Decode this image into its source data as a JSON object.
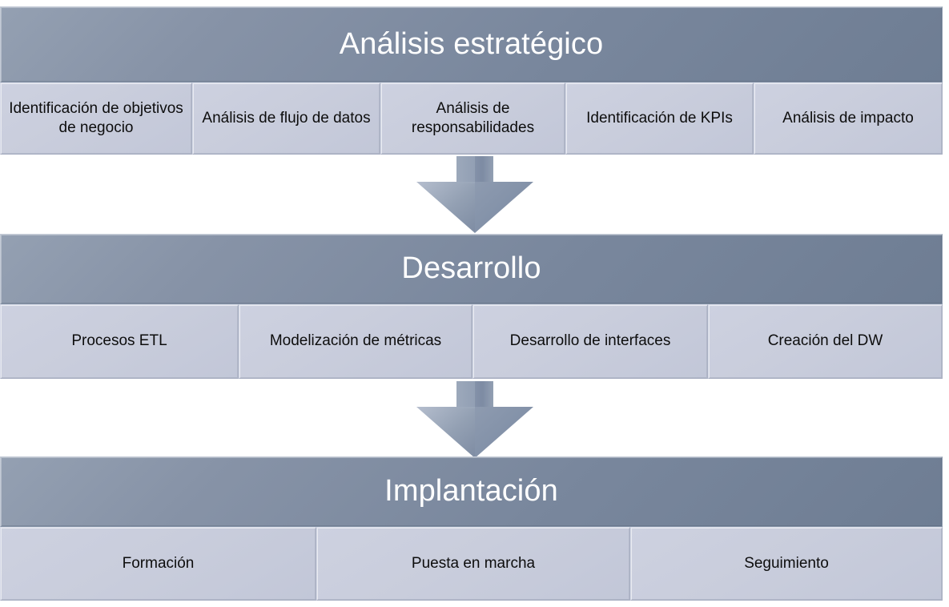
{
  "diagram": {
    "title": "Análisis estratégico / Desarrollo / Implantación",
    "colors": {
      "header_fill": "#7b879d",
      "header_fill_light": "#94a0b2",
      "item_fill": "#c8ccdb",
      "item_border": "#b4bacc",
      "header_text": "#ffffff",
      "item_text": "#0d0d0d",
      "arrow_fill": "#8895ab",
      "background": "#ffffff"
    },
    "stages": [
      {
        "name": "analisis-estrategico",
        "title": "Análisis estratégico",
        "items": [
          {
            "label": "Identificación de objetivos de negocio"
          },
          {
            "label": "Análisis de flujo de datos"
          },
          {
            "label": "Análisis de responsabilidades"
          },
          {
            "label": "Identificación de KPIs"
          },
          {
            "label": "Análisis de impacto"
          }
        ]
      },
      {
        "name": "desarrollo",
        "title": "Desarrollo",
        "items": [
          {
            "label": "Procesos ETL"
          },
          {
            "label": "Modelización de métricas"
          },
          {
            "label": "Desarrollo de interfaces"
          },
          {
            "label": "Creación del DW"
          }
        ]
      },
      {
        "name": "implantacion",
        "title": "Implantación",
        "items": [
          {
            "label": "Formación"
          },
          {
            "label": "Puesta en marcha"
          },
          {
            "label": "Seguimiento"
          }
        ]
      }
    ],
    "connectors": [
      {
        "name": "arrow-stage1-to-stage2",
        "direction": "down"
      },
      {
        "name": "arrow-stage2-to-stage3",
        "direction": "down"
      }
    ]
  }
}
